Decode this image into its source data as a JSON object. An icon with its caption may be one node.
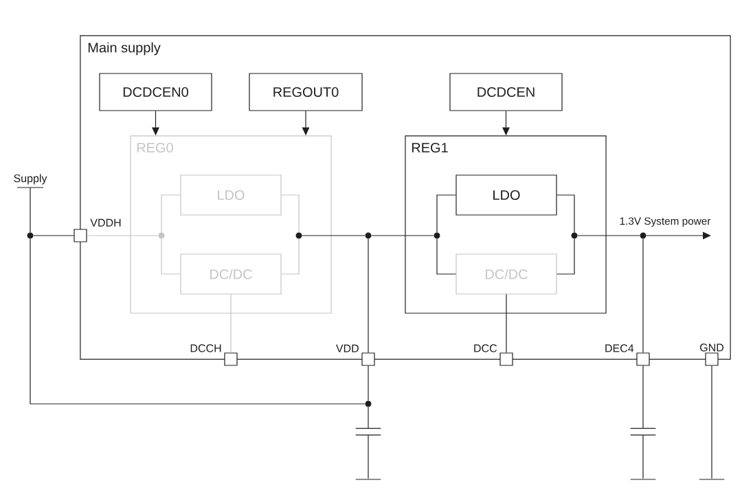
{
  "diagram": {
    "nodes": [
      {
        "text": [
          "Main supply"
        ]
      },
      {
        "text": [
          "DCDCEN0"
        ],
        "in": 0
      },
      {
        "text": [
          "REGOUT0"
        ],
        "in": 0
      },
      {
        "text": [
          "DCDCEN"
        ],
        "in": 0
      },
      {
        "text": [
          "REG0"
        ],
        "in": 0
      },
      {
        "text": [
          "LDO"
        ],
        "in": 4
      },
      {
        "text": [
          "DC/DC"
        ],
        "in": 4
      },
      {
        "text": [
          "REG1"
        ],
        "in": 0
      },
      {
        "text": [
          "LDO"
        ],
        "in": 7
      },
      {
        "text": [
          "DC/DC"
        ],
        "in": 7
      },
      {
        "text": [
          "Supply"
        ]
      },
      {
        "text": [],
        "shape": "box",
        "beside": [
          "VDDH"
        ]
      },
      {
        "text": [],
        "shape": "box",
        "beside": [
          "DCCH"
        ]
      },
      {
        "text": [],
        "shape": "box",
        "beside": [
          "VDD"
        ]
      },
      {
        "text": [],
        "shape": "box",
        "beside": [
          "DCC"
        ]
      },
      {
        "text": [],
        "shape": "box",
        "beside": [
          "DEC4"
        ]
      },
      {
        "text": [],
        "shape": "box",
        "beside": [
          "GND"
        ]
      },
      {
        "text": [],
        "shape": "circle"
      },
      {
        "text": [],
        "shape": "circle",
        "in": 4
      },
      {
        "text": [],
        "shape": "circle",
        "in": 4
      },
      {
        "text": [],
        "shape": "circle",
        "in": 0
      },
      {
        "text": [],
        "shape": "circle",
        "in": 7
      },
      {
        "text": [],
        "shape": "circle",
        "in": 7
      },
      {
        "text": [],
        "shape": "circle",
        "in": 0
      },
      {
        "text": [],
        "shape": "circle"
      },
      {
        "text": [],
        "shape": "capacitor"
      },
      {
        "text": [],
        "shape": "capacitor"
      },
      {
        "text": [],
        "shape": "bar"
      },
      {
        "text": [],
        "shape": "bar"
      },
      {
        "text": [],
        "shape": "bar"
      }
    ],
    "edges": [
      {
        "from": 1,
        "to": 4,
        "arrow": "to"
      },
      {
        "from": 2,
        "to": 4,
        "arrow": "to"
      },
      {
        "from": 3,
        "to": 7,
        "arrow": "to"
      },
      {
        "from": 10,
        "to": 17,
        "arrow": "none"
      },
      {
        "from": 17,
        "to": 11,
        "arrow": "none"
      },
      {
        "from": 17,
        "to": 24,
        "arrow": "none"
      },
      {
        "from": 11,
        "to": 18,
        "arrow": "none",
        "color": "#c4c4c4"
      },
      {
        "from": 18,
        "to": 5,
        "arrow": "none",
        "color": "#c4c4c4"
      },
      {
        "from": 18,
        "to": 6,
        "arrow": "none",
        "color": "#c4c4c4"
      },
      {
        "from": 5,
        "to": 19,
        "arrow": "none",
        "color": "#c4c4c4"
      },
      {
        "from": 6,
        "to": 19,
        "arrow": "none",
        "color": "#c4c4c4"
      },
      {
        "from": 19,
        "to": 20,
        "arrow": "none"
      },
      {
        "from": 20,
        "to": 13,
        "arrow": "none"
      },
      {
        "from": 20,
        "to": 21,
        "arrow": "none"
      },
      {
        "from": 21,
        "to": 8,
        "arrow": "none"
      },
      {
        "from": 21,
        "to": 9,
        "arrow": "none"
      },
      {
        "from": 8,
        "to": 22,
        "arrow": "none"
      },
      {
        "from": 9,
        "to": 22,
        "arrow": "none"
      },
      {
        "from": 22,
        "to": 23,
        "arrow": "none"
      },
      {
        "from": 23,
        "to": null,
        "arrow": "to",
        "label": "1.3V System power"
      },
      {
        "from": 23,
        "to": 15,
        "arrow": "none"
      },
      {
        "from": 6,
        "to": 12,
        "arrow": "none",
        "color": "#c4c4c4"
      },
      {
        "from": 9,
        "to": 14,
        "arrow": "none"
      },
      {
        "from": 13,
        "to": 24,
        "arrow": "none"
      },
      {
        "from": 24,
        "to": 25,
        "arrow": "none"
      },
      {
        "from": 25,
        "to": 27,
        "arrow": "none"
      },
      {
        "from": 15,
        "to": 26,
        "arrow": "none"
      },
      {
        "from": 26,
        "to": 28,
        "arrow": "none"
      },
      {
        "from": 16,
        "to": 29,
        "arrow": "none"
      }
    ]
  }
}
